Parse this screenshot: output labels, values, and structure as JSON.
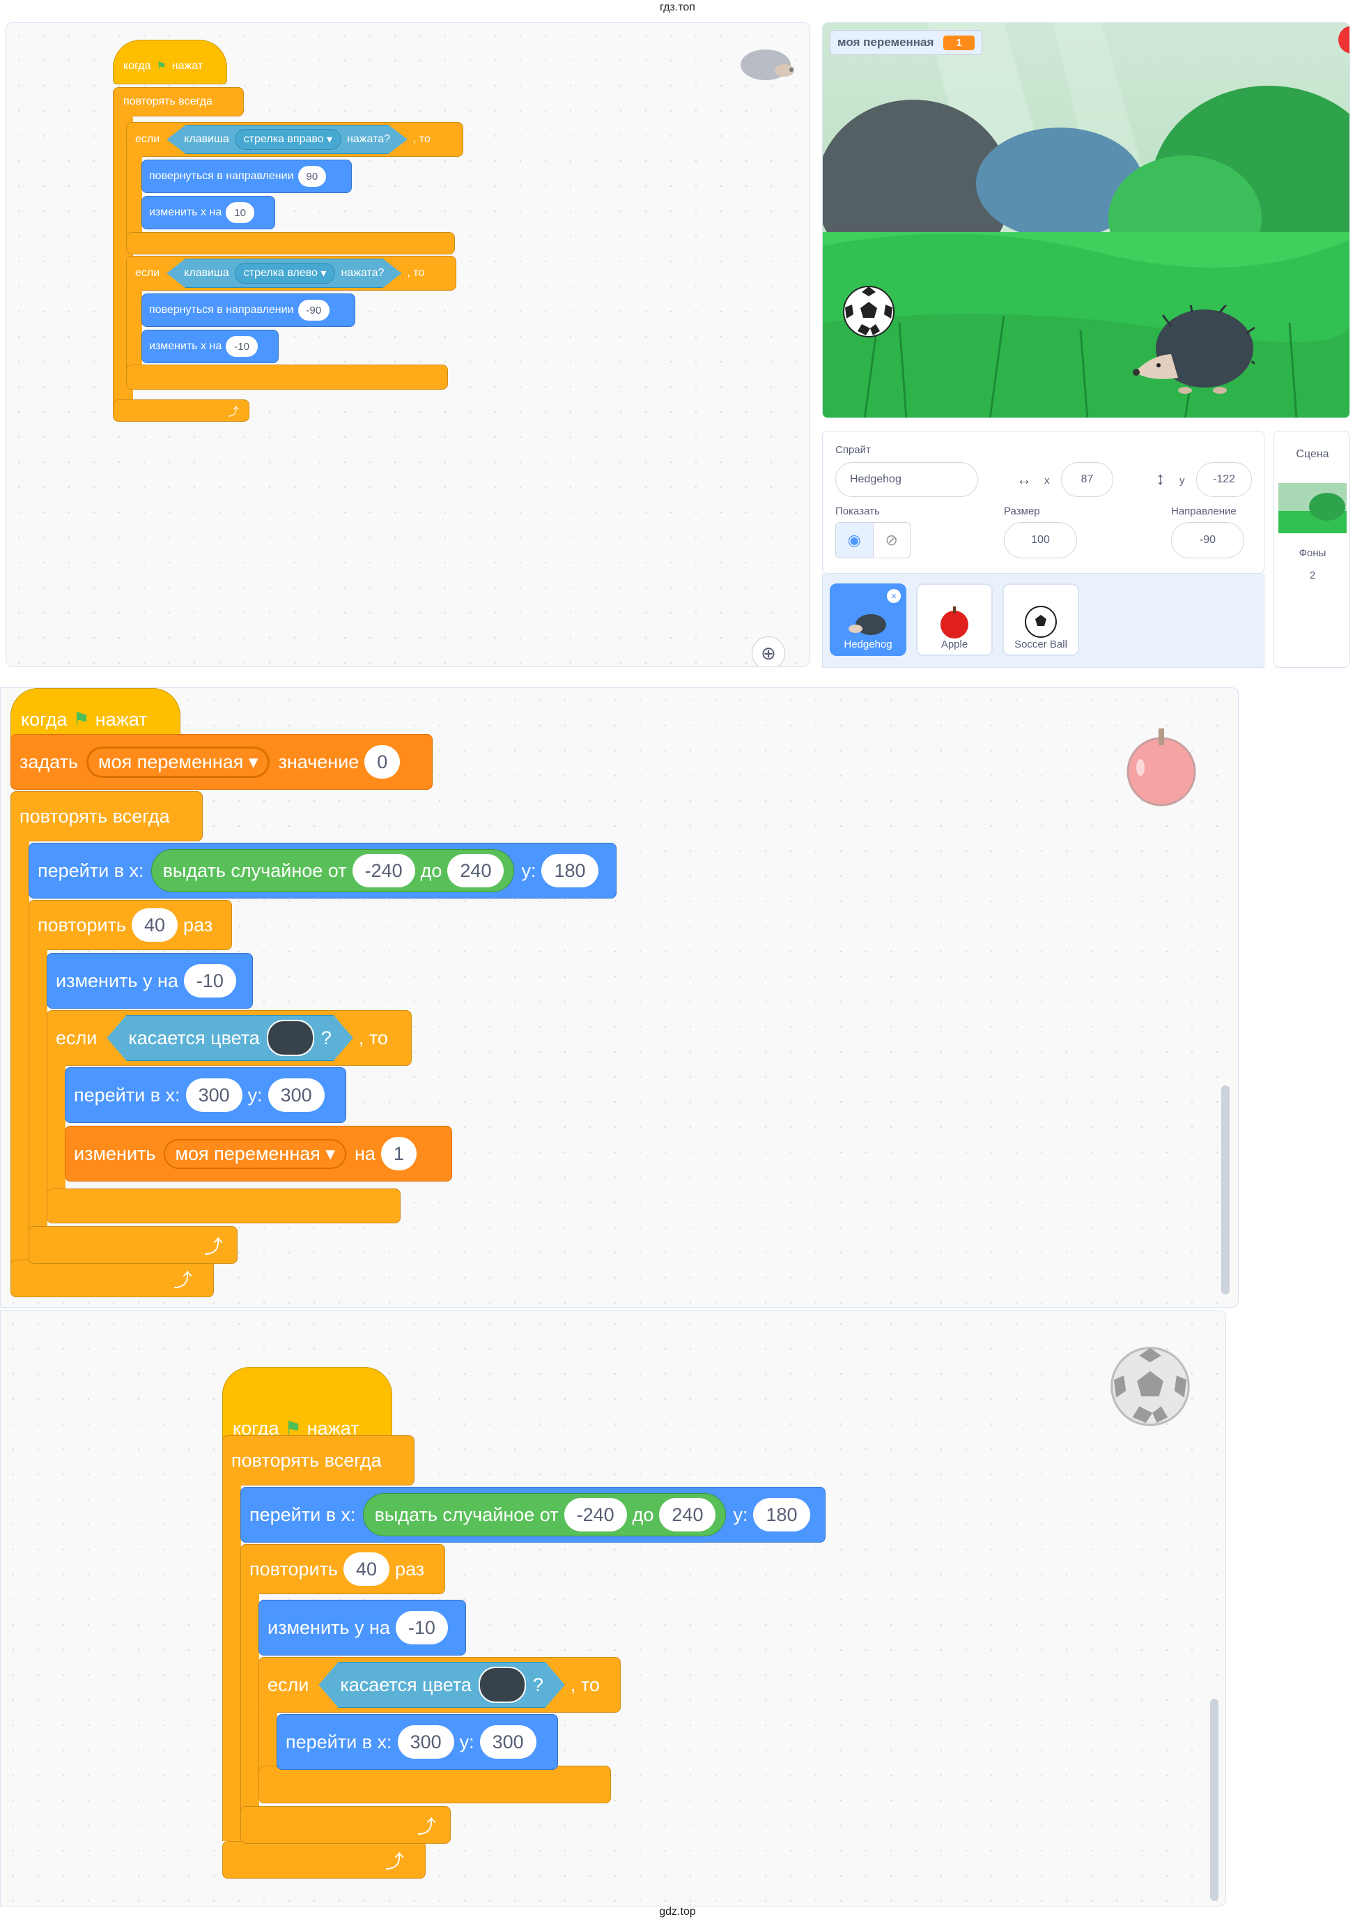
{
  "watermark_top": "гдз.топ",
  "watermark_bottom": "gdz.top",
  "blocks": {
    "when_flag_when": "когда",
    "when_flag_clicked": "нажат",
    "forever": "повторять всегда",
    "if": "если",
    "then": ", то",
    "key": "клавиша",
    "pressed": "нажата?",
    "point_direction": "повернуться в направлении",
    "change_x": "изменить х на",
    "set": "задать",
    "to_value": "значение",
    "goto_x": "перейти в x:",
    "goto_y": "y:",
    "random_from": "выдать случайное от",
    "random_to": "до",
    "repeat": "повторить",
    "times": "раз",
    "change_y": "изменить у на",
    "touching_color": "касается цвета",
    "question": "?",
    "change": "изменить",
    "by": "на"
  },
  "script1": {
    "key_right": "стрелка вправо",
    "key_left": "стрелка влево",
    "dir_right": "90",
    "dx_right": "10",
    "dir_left": "-90",
    "dx_left": "-10"
  },
  "script2": {
    "variable": "моя переменная",
    "init": "0",
    "rand_min": "-240",
    "rand_max": "240",
    "y": "180",
    "repeat_count": "40",
    "dy": "-10",
    "goto_x2": "300",
    "goto_y2": "300",
    "change_by": "1"
  },
  "script3": {
    "rand_min": "-240",
    "rand_max": "240",
    "y": "180",
    "repeat_count": "40",
    "dy": "-10",
    "goto_x2": "300",
    "goto_y2": "300"
  },
  "stage": {
    "monitor_label": "моя переменная",
    "monitor_value": "1"
  },
  "sprite_info": {
    "sprite_label": "Спрайт",
    "sprite_name": "Hedgehog",
    "x_label": "x",
    "x_value": "87",
    "y_label": "y",
    "y_value": "-122",
    "show_label": "Показать",
    "size_label": "Размер",
    "size_value": "100",
    "direction_label": "Направление",
    "direction_value": "-90"
  },
  "sprites": [
    "Hedgehog",
    "Apple",
    "Soccer Ball"
  ],
  "scene_panel": {
    "title": "Сцена",
    "backdrops_label": "Фоны",
    "backdrops_count": "2"
  },
  "colors": {
    "events": "#ffbf00",
    "control": "#ffab19",
    "motion": "#4c97ff",
    "variables": "#ff8c1a",
    "sensing": "#5cb1d6",
    "operators": "#59c059",
    "touch_color": "#37424b"
  }
}
